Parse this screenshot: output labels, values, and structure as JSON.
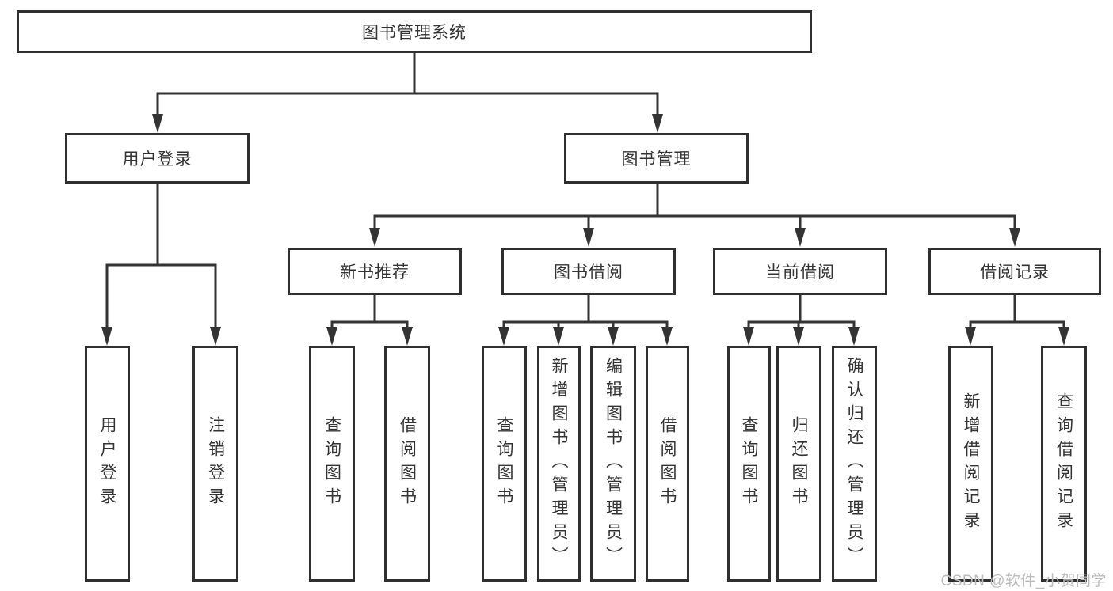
{
  "diagram": {
    "root": {
      "label": "图书管理系统"
    },
    "level2": [
      {
        "label": "用户登录"
      },
      {
        "label": "图书管理"
      }
    ],
    "level3": [
      {
        "label": "新书推荐"
      },
      {
        "label": "图书借阅"
      },
      {
        "label": "当前借阅"
      },
      {
        "label": "借阅记录"
      }
    ],
    "level4": {
      "user_login_children": [
        {
          "label": "用户登录"
        },
        {
          "label": "注销登录"
        }
      ],
      "new_book_children": [
        {
          "label": "查询图书"
        },
        {
          "label": "借阅图书"
        }
      ],
      "book_borrow_children": [
        {
          "label": "查询图书"
        },
        {
          "label": "新增图书（管理员）"
        },
        {
          "label": "编辑图书（管理员）"
        },
        {
          "label": "借阅图书"
        }
      ],
      "current_borrow_children": [
        {
          "label": "查询图书"
        },
        {
          "label": "归还图书"
        },
        {
          "label": "确认归还（管理员）"
        }
      ],
      "borrow_record_children": [
        {
          "label": "新增借阅记录"
        },
        {
          "label": "查询借阅记录"
        }
      ]
    },
    "watermark": "CSDN @软件_小贺同学",
    "colors": {
      "line": "#333333",
      "box_border": "#2f2f2f",
      "text": "#333333",
      "watermark": "#bcbcbc",
      "background": "#ffffff"
    }
  }
}
